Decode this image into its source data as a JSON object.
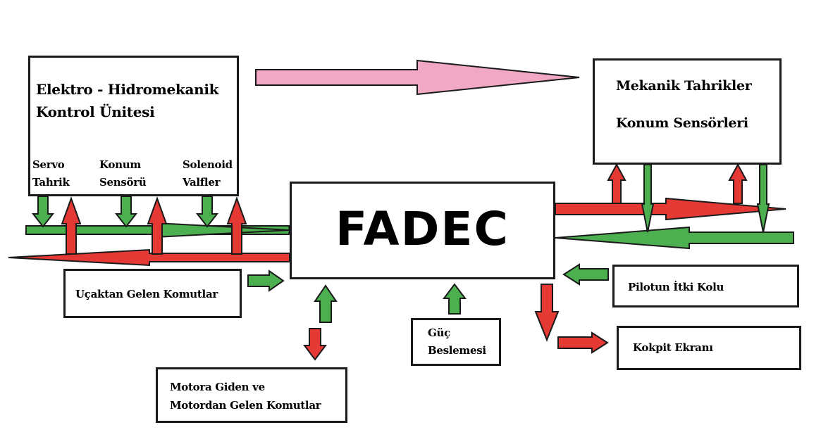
{
  "colors": {
    "green": "#4caf50",
    "red": "#e53935",
    "pink": "#f0a8c4",
    "outline": "#1a1a1a"
  },
  "nodes": {
    "ehku": {
      "title_line1": "Elektro - Hidromekanik",
      "title_line2": "Kontrol Ünitesi",
      "subs": [
        {
          "line1": "Servo",
          "line2": "Tahrik"
        },
        {
          "line1": "Konum",
          "line2": "Sensörü"
        },
        {
          "line1": "Solenoid",
          "line2": "Valfler"
        }
      ]
    },
    "mechanical": {
      "line1": "Mekanik Tahrikler",
      "line2": "Konum Sensörleri"
    },
    "fadec": {
      "label": "FADEC"
    },
    "aircraft_commands": {
      "label": "Uçaktan Gelen Komutlar"
    },
    "engine_commands": {
      "line1": "Motora Giden ve",
      "line2": "Motordan Gelen Komutlar"
    },
    "power_supply": {
      "line1": "Güç",
      "line2": "Beslemesi"
    },
    "throttle": {
      "label": "Pilotun İtki Kolu"
    },
    "cockpit_display": {
      "label": "Kokpit Ekranı"
    }
  },
  "edges": [
    {
      "from": "ehku",
      "to": "mechanical",
      "color": "pink"
    },
    {
      "from": "fadec",
      "to": "ehku",
      "color": "red"
    },
    {
      "from": "ehku",
      "to": "fadec",
      "color": "green"
    },
    {
      "from": "fadec",
      "to": "mechanical",
      "color": "red"
    },
    {
      "from": "mechanical",
      "to": "fadec",
      "color": "green"
    },
    {
      "from": "aircraft_commands",
      "to": "fadec",
      "color": "green"
    },
    {
      "from": "engine_commands",
      "to": "fadec",
      "color": "green"
    },
    {
      "from": "fadec",
      "to": "engine_commands",
      "color": "red"
    },
    {
      "from": "power_supply",
      "to": "fadec",
      "color": "green"
    },
    {
      "from": "throttle",
      "to": "fadec",
      "color": "green"
    },
    {
      "from": "fadec",
      "to": "cockpit_display",
      "color": "red"
    }
  ]
}
